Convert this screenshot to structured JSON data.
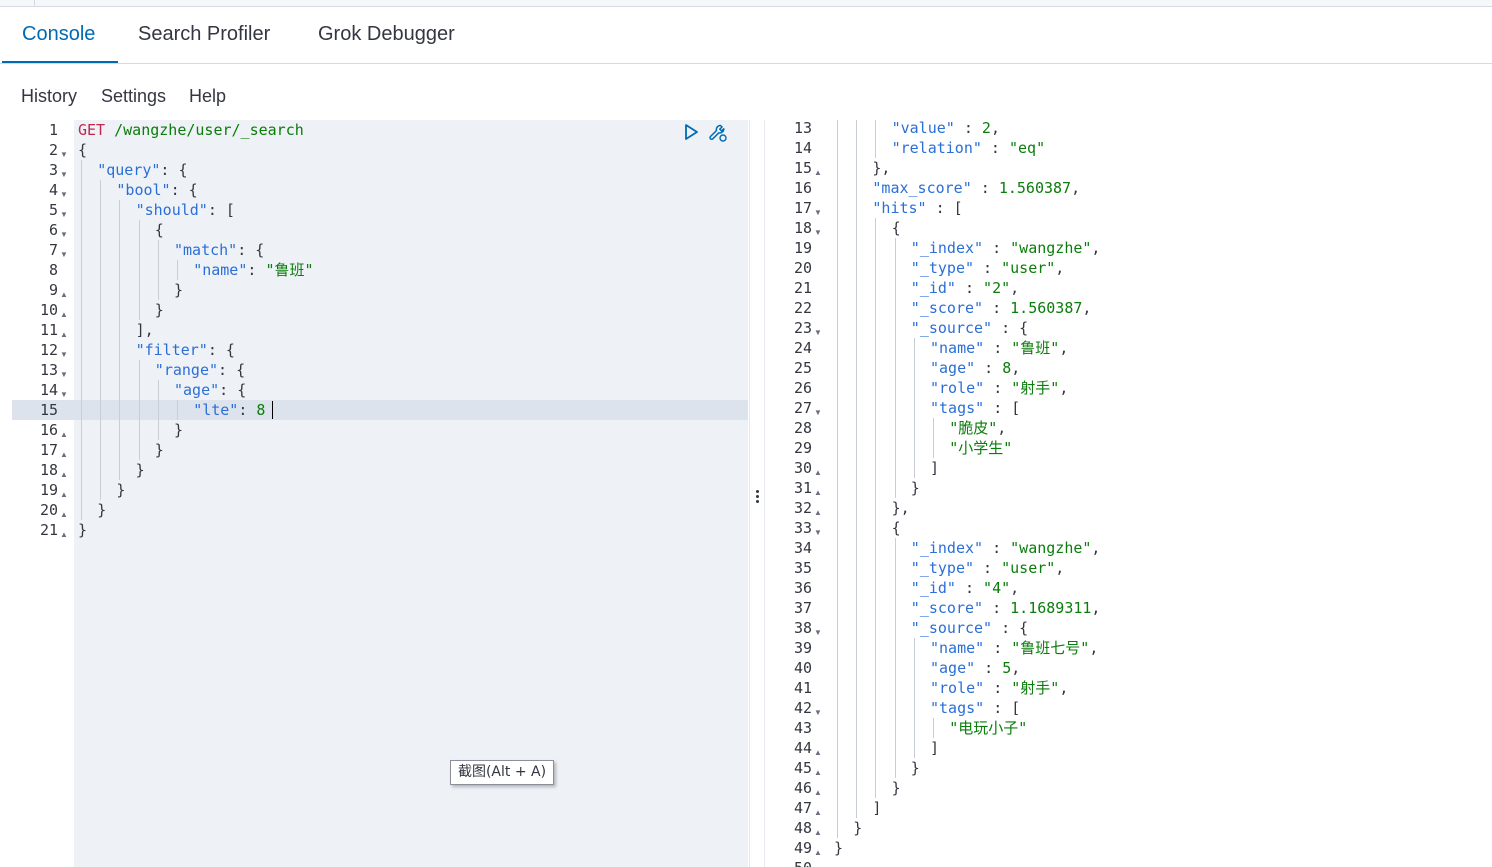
{
  "tabs": [
    {
      "label": "Console",
      "active": true
    },
    {
      "label": "Search Profiler",
      "active": false
    },
    {
      "label": "Grok Debugger",
      "active": false
    }
  ],
  "menu": [
    "History",
    "Settings",
    "Help"
  ],
  "tooltip": "截图(Alt + A)",
  "colors": {
    "accent": "#006bb4",
    "key": "#2b6fd6",
    "string": "#0a7d0a",
    "method": "#c0274f"
  },
  "icons": {
    "run": "play-icon",
    "settings": "wrench-icon",
    "resize": "vertical-ellipsis-icon"
  },
  "request_lines": [
    {
      "n": "1",
      "fold": "",
      "indent": 0,
      "parts": [
        [
          "m",
          "GET"
        ],
        [
          "p",
          " "
        ],
        [
          "u",
          "/wangzhe/user/_search"
        ]
      ]
    },
    {
      "n": "2",
      "fold": "down",
      "indent": 0,
      "parts": [
        [
          "p",
          "{"
        ]
      ]
    },
    {
      "n": "3",
      "fold": "down",
      "indent": 1,
      "parts": [
        [
          "k",
          "\"query\""
        ],
        [
          "p",
          ": {"
        ]
      ]
    },
    {
      "n": "4",
      "fold": "down",
      "indent": 2,
      "parts": [
        [
          "k",
          "\"bool\""
        ],
        [
          "p",
          ": {"
        ]
      ]
    },
    {
      "n": "5",
      "fold": "down",
      "indent": 3,
      "parts": [
        [
          "k",
          "\"should\""
        ],
        [
          "p",
          ": ["
        ]
      ]
    },
    {
      "n": "6",
      "fold": "down",
      "indent": 4,
      "parts": [
        [
          "p",
          "{"
        ]
      ]
    },
    {
      "n": "7",
      "fold": "down",
      "indent": 5,
      "parts": [
        [
          "k",
          "\"match\""
        ],
        [
          "p",
          ": {"
        ]
      ]
    },
    {
      "n": "8",
      "fold": "",
      "indent": 6,
      "parts": [
        [
          "k",
          "\"name\""
        ],
        [
          "p",
          ": "
        ],
        [
          "s",
          "\"鲁班\""
        ]
      ]
    },
    {
      "n": "9",
      "fold": "up",
      "indent": 5,
      "parts": [
        [
          "p",
          "}"
        ]
      ]
    },
    {
      "n": "10",
      "fold": "up",
      "indent": 4,
      "parts": [
        [
          "p",
          "}"
        ]
      ]
    },
    {
      "n": "11",
      "fold": "up",
      "indent": 3,
      "parts": [
        [
          "p",
          "],"
        ]
      ]
    },
    {
      "n": "12",
      "fold": "down",
      "indent": 3,
      "parts": [
        [
          "k",
          "\"filter\""
        ],
        [
          "p",
          ": {"
        ]
      ]
    },
    {
      "n": "13",
      "fold": "down",
      "indent": 4,
      "parts": [
        [
          "k",
          "\"range\""
        ],
        [
          "p",
          ": {"
        ]
      ]
    },
    {
      "n": "14",
      "fold": "down",
      "indent": 5,
      "parts": [
        [
          "k",
          "\"age\""
        ],
        [
          "p",
          ": {"
        ]
      ]
    },
    {
      "n": "15",
      "fold": "",
      "indent": 6,
      "parts": [
        [
          "k",
          "\"lte\""
        ],
        [
          "p",
          ": "
        ],
        [
          "n",
          "8"
        ]
      ]
    },
    {
      "n": "16",
      "fold": "up",
      "indent": 5,
      "parts": [
        [
          "p",
          "}"
        ]
      ]
    },
    {
      "n": "17",
      "fold": "up",
      "indent": 4,
      "parts": [
        [
          "p",
          "}"
        ]
      ]
    },
    {
      "n": "18",
      "fold": "up",
      "indent": 3,
      "parts": [
        [
          "p",
          "}"
        ]
      ]
    },
    {
      "n": "19",
      "fold": "up",
      "indent": 2,
      "parts": [
        [
          "p",
          "}"
        ]
      ]
    },
    {
      "n": "20",
      "fold": "up",
      "indent": 1,
      "parts": [
        [
          "p",
          "}"
        ]
      ]
    },
    {
      "n": "21",
      "fold": "up",
      "indent": 0,
      "parts": [
        [
          "p",
          "}"
        ]
      ]
    }
  ],
  "response_lines": [
    {
      "n": "13",
      "fold": "",
      "indent": 3,
      "parts": [
        [
          "k",
          "\"value\""
        ],
        [
          "p",
          " : "
        ],
        [
          "n",
          "2"
        ],
        [
          "p",
          ","
        ]
      ]
    },
    {
      "n": "14",
      "fold": "",
      "indent": 3,
      "parts": [
        [
          "k",
          "\"relation\""
        ],
        [
          "p",
          " : "
        ],
        [
          "s",
          "\"eq\""
        ]
      ]
    },
    {
      "n": "15",
      "fold": "up",
      "indent": 2,
      "parts": [
        [
          "p",
          "},"
        ]
      ]
    },
    {
      "n": "16",
      "fold": "",
      "indent": 2,
      "parts": [
        [
          "k",
          "\"max_score\""
        ],
        [
          "p",
          " : "
        ],
        [
          "n",
          "1.560387"
        ],
        [
          "p",
          ","
        ]
      ]
    },
    {
      "n": "17",
      "fold": "down",
      "indent": 2,
      "parts": [
        [
          "k",
          "\"hits\""
        ],
        [
          "p",
          " : ["
        ]
      ]
    },
    {
      "n": "18",
      "fold": "down",
      "indent": 3,
      "parts": [
        [
          "p",
          "{"
        ]
      ]
    },
    {
      "n": "19",
      "fold": "",
      "indent": 4,
      "parts": [
        [
          "k",
          "\"_index\""
        ],
        [
          "p",
          " : "
        ],
        [
          "s",
          "\"wangzhe\""
        ],
        [
          "p",
          ","
        ]
      ]
    },
    {
      "n": "20",
      "fold": "",
      "indent": 4,
      "parts": [
        [
          "k",
          "\"_type\""
        ],
        [
          "p",
          " : "
        ],
        [
          "s",
          "\"user\""
        ],
        [
          "p",
          ","
        ]
      ]
    },
    {
      "n": "21",
      "fold": "",
      "indent": 4,
      "parts": [
        [
          "k",
          "\"_id\""
        ],
        [
          "p",
          " : "
        ],
        [
          "s",
          "\"2\""
        ],
        [
          "p",
          ","
        ]
      ]
    },
    {
      "n": "22",
      "fold": "",
      "indent": 4,
      "parts": [
        [
          "k",
          "\"_score\""
        ],
        [
          "p",
          " : "
        ],
        [
          "n",
          "1.560387"
        ],
        [
          "p",
          ","
        ]
      ]
    },
    {
      "n": "23",
      "fold": "down",
      "indent": 4,
      "parts": [
        [
          "k",
          "\"_source\""
        ],
        [
          "p",
          " : {"
        ]
      ]
    },
    {
      "n": "24",
      "fold": "",
      "indent": 5,
      "parts": [
        [
          "k",
          "\"name\""
        ],
        [
          "p",
          " : "
        ],
        [
          "s",
          "\"鲁班\""
        ],
        [
          "p",
          ","
        ]
      ]
    },
    {
      "n": "25",
      "fold": "",
      "indent": 5,
      "parts": [
        [
          "k",
          "\"age\""
        ],
        [
          "p",
          " : "
        ],
        [
          "n",
          "8"
        ],
        [
          "p",
          ","
        ]
      ]
    },
    {
      "n": "26",
      "fold": "",
      "indent": 5,
      "parts": [
        [
          "k",
          "\"role\""
        ],
        [
          "p",
          " : "
        ],
        [
          "s",
          "\"射手\""
        ],
        [
          "p",
          ","
        ]
      ]
    },
    {
      "n": "27",
      "fold": "down",
      "indent": 5,
      "parts": [
        [
          "k",
          "\"tags\""
        ],
        [
          "p",
          " : ["
        ]
      ]
    },
    {
      "n": "28",
      "fold": "",
      "indent": 6,
      "parts": [
        [
          "s",
          "\"脆皮\""
        ],
        [
          "p",
          ","
        ]
      ]
    },
    {
      "n": "29",
      "fold": "",
      "indent": 6,
      "parts": [
        [
          "s",
          "\"小学生\""
        ]
      ]
    },
    {
      "n": "30",
      "fold": "up",
      "indent": 5,
      "parts": [
        [
          "p",
          "]"
        ]
      ]
    },
    {
      "n": "31",
      "fold": "up",
      "indent": 4,
      "parts": [
        [
          "p",
          "}"
        ]
      ]
    },
    {
      "n": "32",
      "fold": "up",
      "indent": 3,
      "parts": [
        [
          "p",
          "},"
        ]
      ]
    },
    {
      "n": "33",
      "fold": "down",
      "indent": 3,
      "parts": [
        [
          "p",
          "{"
        ]
      ]
    },
    {
      "n": "34",
      "fold": "",
      "indent": 4,
      "parts": [
        [
          "k",
          "\"_index\""
        ],
        [
          "p",
          " : "
        ],
        [
          "s",
          "\"wangzhe\""
        ],
        [
          "p",
          ","
        ]
      ]
    },
    {
      "n": "35",
      "fold": "",
      "indent": 4,
      "parts": [
        [
          "k",
          "\"_type\""
        ],
        [
          "p",
          " : "
        ],
        [
          "s",
          "\"user\""
        ],
        [
          "p",
          ","
        ]
      ]
    },
    {
      "n": "36",
      "fold": "",
      "indent": 4,
      "parts": [
        [
          "k",
          "\"_id\""
        ],
        [
          "p",
          " : "
        ],
        [
          "s",
          "\"4\""
        ],
        [
          "p",
          ","
        ]
      ]
    },
    {
      "n": "37",
      "fold": "",
      "indent": 4,
      "parts": [
        [
          "k",
          "\"_score\""
        ],
        [
          "p",
          " : "
        ],
        [
          "n",
          "1.1689311"
        ],
        [
          "p",
          ","
        ]
      ]
    },
    {
      "n": "38",
      "fold": "down",
      "indent": 4,
      "parts": [
        [
          "k",
          "\"_source\""
        ],
        [
          "p",
          " : {"
        ]
      ]
    },
    {
      "n": "39",
      "fold": "",
      "indent": 5,
      "parts": [
        [
          "k",
          "\"name\""
        ],
        [
          "p",
          " : "
        ],
        [
          "s",
          "\"鲁班七号\""
        ],
        [
          "p",
          ","
        ]
      ]
    },
    {
      "n": "40",
      "fold": "",
      "indent": 5,
      "parts": [
        [
          "k",
          "\"age\""
        ],
        [
          "p",
          " : "
        ],
        [
          "n",
          "5"
        ],
        [
          "p",
          ","
        ]
      ]
    },
    {
      "n": "41",
      "fold": "",
      "indent": 5,
      "parts": [
        [
          "k",
          "\"role\""
        ],
        [
          "p",
          " : "
        ],
        [
          "s",
          "\"射手\""
        ],
        [
          "p",
          ","
        ]
      ]
    },
    {
      "n": "42",
      "fold": "down",
      "indent": 5,
      "parts": [
        [
          "k",
          "\"tags\""
        ],
        [
          "p",
          " : ["
        ]
      ]
    },
    {
      "n": "43",
      "fold": "",
      "indent": 6,
      "parts": [
        [
          "s",
          "\"电玩小子\""
        ]
      ]
    },
    {
      "n": "44",
      "fold": "up",
      "indent": 5,
      "parts": [
        [
          "p",
          "]"
        ]
      ]
    },
    {
      "n": "45",
      "fold": "up",
      "indent": 4,
      "parts": [
        [
          "p",
          "}"
        ]
      ]
    },
    {
      "n": "46",
      "fold": "up",
      "indent": 3,
      "parts": [
        [
          "p",
          "}"
        ]
      ]
    },
    {
      "n": "47",
      "fold": "up",
      "indent": 2,
      "parts": [
        [
          "p",
          "]"
        ]
      ]
    },
    {
      "n": "48",
      "fold": "up",
      "indent": 1,
      "parts": [
        [
          "p",
          "}"
        ]
      ]
    },
    {
      "n": "49",
      "fold": "up",
      "indent": 0,
      "parts": [
        [
          "p",
          "}"
        ]
      ]
    },
    {
      "n": "50",
      "fold": "",
      "indent": 0,
      "parts": []
    }
  ]
}
